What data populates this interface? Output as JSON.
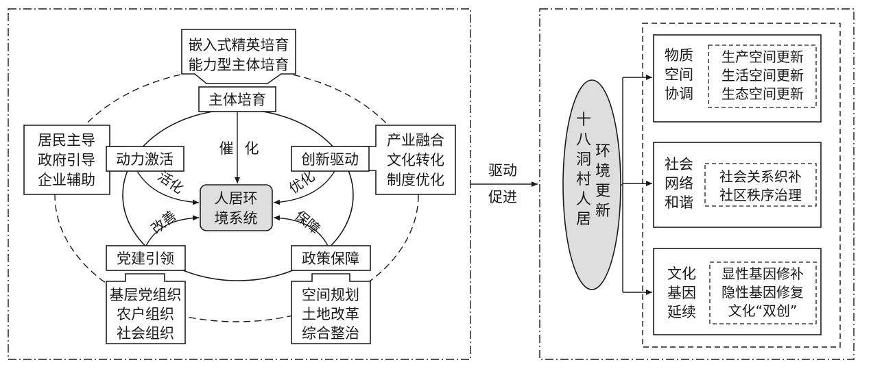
{
  "left_panel": {
    "center": [
      "人居环",
      "境系统"
    ],
    "subject": {
      "title": "主体培育",
      "details": [
        "嵌入式精英培育",
        "能力型主体培育"
      ],
      "arrow_label": [
        "催",
        "化"
      ]
    },
    "dynamic": {
      "title": "动力激活",
      "details": [
        "居民主导",
        "政府引导",
        "企业辅助"
      ],
      "arrow_label": "活化"
    },
    "innovation": {
      "title": "创新驱动",
      "details": [
        "产业融合",
        "文化转化",
        "制度优化"
      ],
      "arrow_label": "优化"
    },
    "party": {
      "title": "党建引领",
      "details": [
        "基层党组织",
        "农户组织",
        "社会组织"
      ],
      "arrow_label": "改善"
    },
    "policy": {
      "title": "政策保障",
      "details": [
        "空间规划",
        "土地改革",
        "综合整治"
      ],
      "arrow_label": "保障"
    }
  },
  "connector": {
    "lines": [
      "驱动",
      "促进"
    ]
  },
  "right_panel": {
    "ellipse_col1": [
      "十",
      "八",
      "洞",
      "村",
      "人",
      "居"
    ],
    "ellipse_col2": [
      "环",
      "境",
      "更",
      "新"
    ],
    "groups": [
      {
        "label": [
          "物质",
          "空间",
          "协调"
        ],
        "items": [
          "生产空间更新",
          "生活空间更新",
          "生态空间更新"
        ]
      },
      {
        "label": [
          "社会",
          "网络",
          "和谐"
        ],
        "items": [
          "社会关系织补",
          "社区秩序治理"
        ]
      },
      {
        "label": [
          "文化",
          "基因",
          "延续"
        ],
        "items": [
          "显性基因修补",
          "隐性基因修复",
          "文化“双创”"
        ]
      }
    ]
  }
}
